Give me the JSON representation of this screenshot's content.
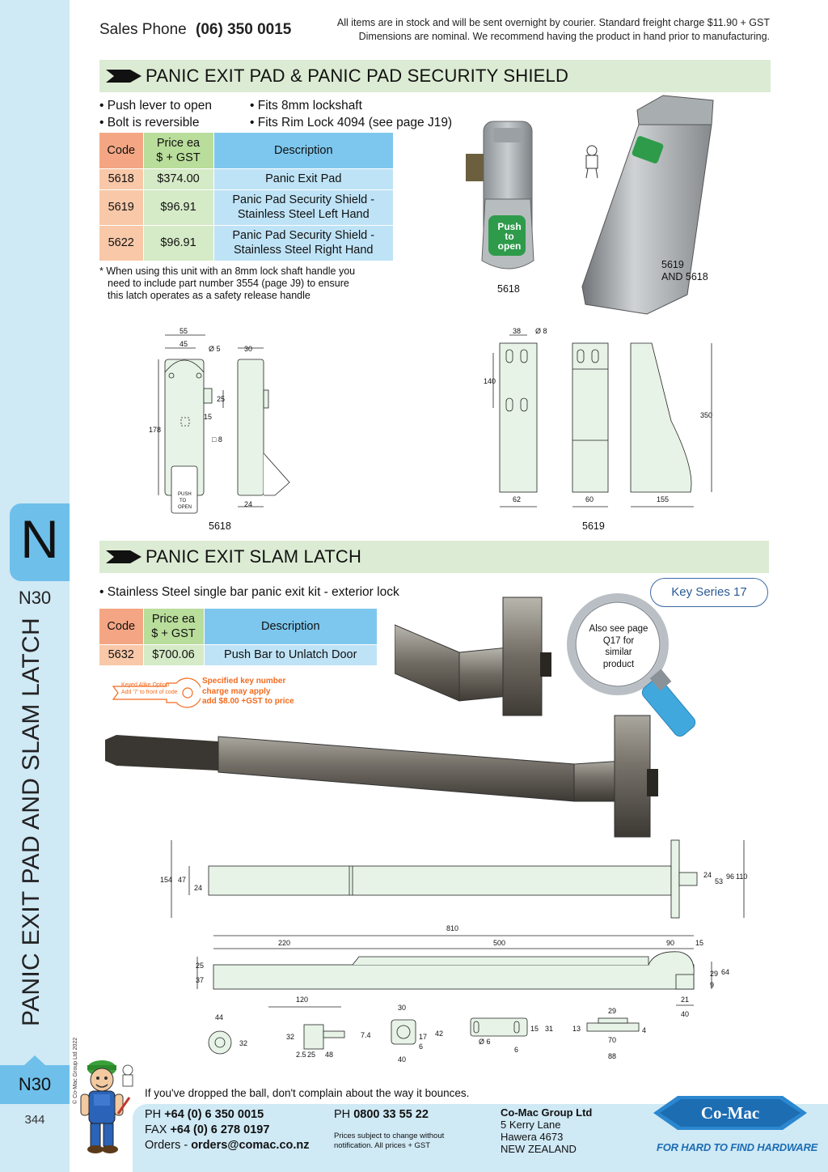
{
  "header": {
    "sales_label": "Sales Phone",
    "sales_phone": "(06) 350 0015",
    "notice_line1": "All items are in stock and will be sent overnight by courier. Standard freight charge $11.90 + GST",
    "notice_line2": "Dimensions are nominal. We recommend having the product in hand prior to manufacturing."
  },
  "sidebar": {
    "tab_letter": "N",
    "page_code": "N30",
    "vertical_title": "PANIC EXIT PAD AND SLAM LATCH",
    "copyright": "© Co-Mac Group Ltd 2022",
    "page_code_bottom": "N30",
    "page_number": "344"
  },
  "section1": {
    "title": "PANIC EXIT PAD & PANIC PAD SECURITY SHIELD",
    "bullets_left": [
      "• Push lever to open",
      "• Bolt is reversible"
    ],
    "bullets_right": [
      "• Fits 8mm lockshaft",
      "• Fits Rim Lock 4094 (see page J19)"
    ],
    "table": {
      "headers": [
        "Code",
        "Price ea",
        "$ + GST",
        "Description"
      ],
      "rows": [
        {
          "code": "5618",
          "price": "$374.00",
          "desc1": "Panic Exit Pad",
          "desc2": ""
        },
        {
          "code": "5619",
          "price": "$96.91",
          "desc1": "Panic Pad Security Shield -",
          "desc2": "Stainless Steel Left Hand"
        },
        {
          "code": "5622",
          "price": "$96.91",
          "desc1": "Panic Pad Security Shield -",
          "desc2": "Stainless Steel Right Hand"
        }
      ]
    },
    "footnote": [
      "* When using this unit with an 8mm lock shaft handle you",
      "need to include part number 3554 (page J9) to ensure",
      "this latch operates as a safety release handle"
    ],
    "pad_text": [
      "Push",
      "to",
      "open"
    ],
    "label_5618": "5618",
    "label_5619_a": "5619",
    "label_5619_b": "AND 5618",
    "drawing_left_label": "5618",
    "drawing_right_label": "5619",
    "drawing_pad_text": [
      "PUSH",
      "TO",
      "OPEN"
    ],
    "dims_left": [
      "55",
      "45",
      "Ø 5",
      "30",
      "25",
      "15",
      "178",
      "□ 8",
      "24"
    ],
    "dims_right": [
      "38",
      "Ø 8",
      "140",
      "350",
      "62",
      "60",
      "155"
    ]
  },
  "section2": {
    "title": "PANIC EXIT SLAM LATCH",
    "bullet": "• Stainless Steel single bar panic exit kit - exterior lock",
    "key_series": "Key Series 17",
    "table": {
      "headers": [
        "Code",
        "Price ea",
        "$ + GST",
        "Description"
      ],
      "rows": [
        {
          "code": "5632",
          "price": "$700.06",
          "desc": "Push Bar to Unlatch Door"
        }
      ]
    },
    "key_option": [
      "Keyed Alike Option",
      "Add '7' to front of code"
    ],
    "orange_note": [
      "Specified key number",
      "charge may apply",
      "add $8.00 +GST to price"
    ],
    "also_see": [
      "Also see page",
      "Q17 for",
      "similar",
      "product"
    ],
    "dims_top": [
      "154",
      "47",
      "24",
      "24",
      "53",
      "96",
      "110"
    ],
    "dims_side": [
      "810",
      "220",
      "500",
      "90",
      "15",
      "25",
      "37",
      "120",
      "29",
      "64",
      "9",
      "21",
      "40"
    ],
    "dims_bottom": [
      "44",
      "32",
      "32",
      "7.4",
      "2.5",
      "25",
      "48",
      "30",
      "17",
      "6",
      "42",
      "40",
      "Ø 6",
      "6",
      "15",
      "31",
      "29",
      "13",
      "70",
      "4",
      "88"
    ]
  },
  "footer": {
    "quote": "If you've dropped the ball, don't complain about the way it bounces.",
    "ph_label": "PH",
    "ph_value": "+64 (0) 6 350 0015",
    "fax_label": "FAX",
    "fax_value": "+64 (0) 6 278 0197",
    "orders_label": "Orders -",
    "orders_value": "orders@comac.co.nz",
    "ph2_label": "PH",
    "ph2_value": "0800 33 55 22",
    "small1": "Prices subject to change without",
    "small2": "notification. All prices + GST",
    "company": "Co-Mac Group Ltd",
    "address": [
      "5 Kerry Lane",
      "Hawera 4673",
      "NEW ZEALAND"
    ],
    "logo_text": "Co-Mac",
    "tagline": "FOR HARD TO FIND HARDWARE"
  },
  "colors": {
    "sidebar": "#cfe9f5",
    "tab": "#6ec0ea",
    "section_bar": "#dcebd3",
    "code_col": "#f4a684",
    "price_col": "#b9dd9b",
    "desc_col": "#7dc7ee",
    "orange": "#f26b1d",
    "brand_blue": "#1d6db3"
  }
}
